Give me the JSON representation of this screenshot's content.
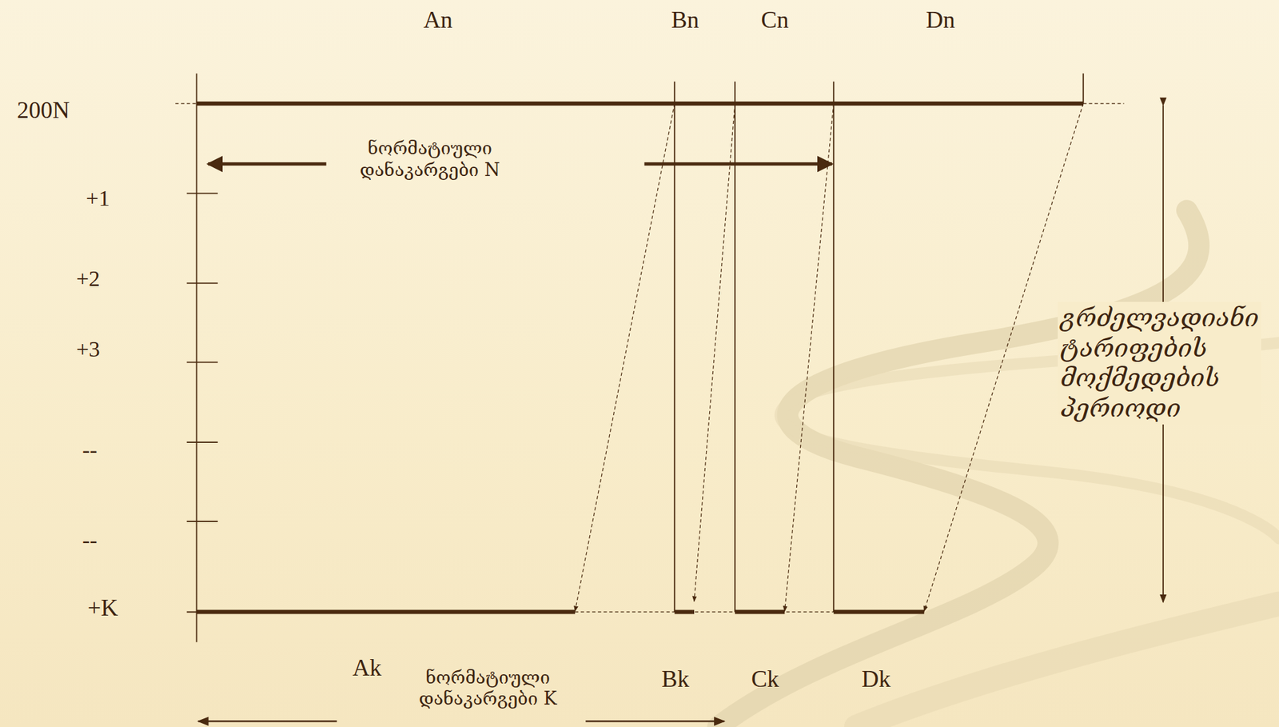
{
  "diagram": {
    "labels": [
      "An",
      "Bn",
      "Cn",
      "Dn",
      "200N",
      "ნორმატიული დანაკარგები N",
      "+1",
      "+2",
      "+3",
      "--",
      "--",
      "+K",
      "Ak",
      "ნორმატიული დანაკარგები K",
      "Bk",
      "Ck",
      "Dk",
      "გრძელვადიანი ტარიფების მოქმედების პერიოდი"
    ]
  }
}
